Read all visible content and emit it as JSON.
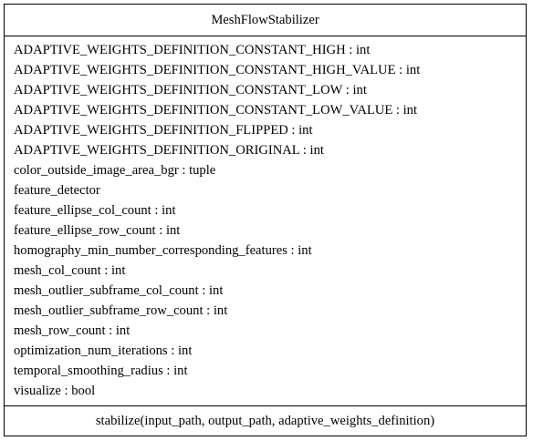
{
  "class_name": "MeshFlowStabilizer",
  "attributes": [
    "ADAPTIVE_WEIGHTS_DEFINITION_CONSTANT_HIGH : int",
    "ADAPTIVE_WEIGHTS_DEFINITION_CONSTANT_HIGH_VALUE : int",
    "ADAPTIVE_WEIGHTS_DEFINITION_CONSTANT_LOW : int",
    "ADAPTIVE_WEIGHTS_DEFINITION_CONSTANT_LOW_VALUE : int",
    "ADAPTIVE_WEIGHTS_DEFINITION_FLIPPED : int",
    "ADAPTIVE_WEIGHTS_DEFINITION_ORIGINAL : int",
    "color_outside_image_area_bgr : tuple",
    "feature_detector",
    "feature_ellipse_col_count : int",
    "feature_ellipse_row_count : int",
    "homography_min_number_corresponding_features : int",
    "mesh_col_count : int",
    "mesh_outlier_subframe_col_count : int",
    "mesh_outlier_subframe_row_count : int",
    "mesh_row_count : int",
    "optimization_num_iterations : int",
    "temporal_smoothing_radius : int",
    "visualize : bool"
  ],
  "methods": [
    "stabilize(input_path, output_path, adaptive_weights_definition)"
  ]
}
